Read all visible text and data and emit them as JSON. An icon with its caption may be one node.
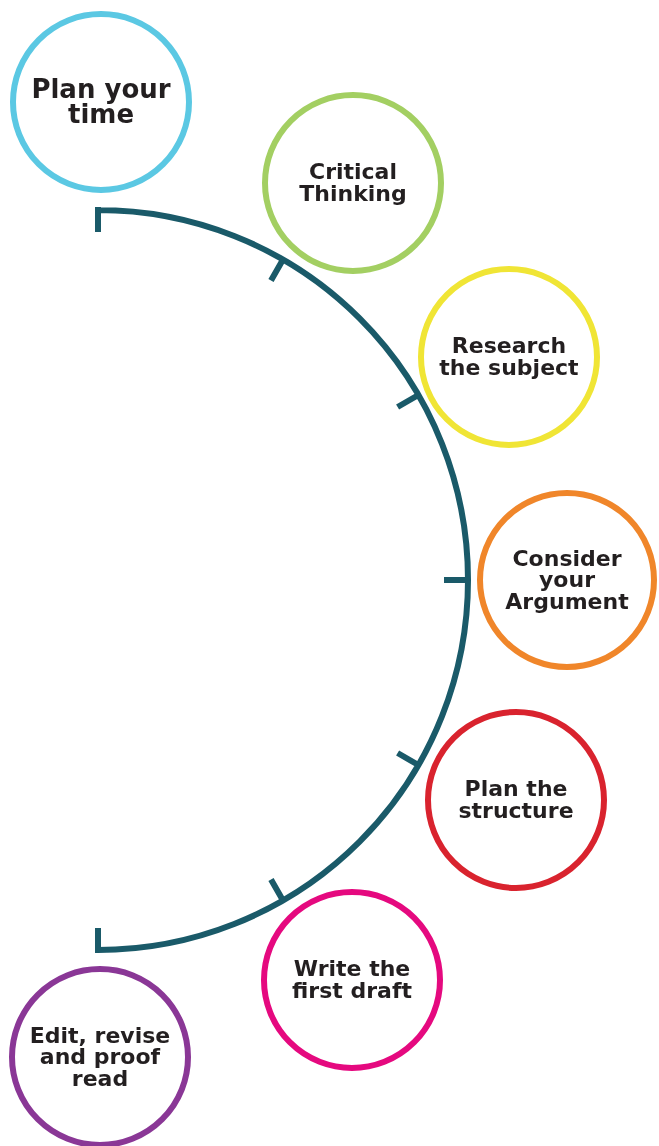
{
  "diagram": {
    "nodes": [
      {
        "text": [
          "Plan your time"
        ]
      },
      {
        "text": [
          "Critical Thinking"
        ]
      },
      {
        "text": [
          "Research the subject"
        ]
      },
      {
        "text": [
          "Consider your Argument"
        ]
      },
      {
        "text": [
          "Plan the structure"
        ]
      },
      {
        "text": [
          "Write the first draft"
        ]
      },
      {
        "text": [
          "Edit, revise and proof read"
        ]
      }
    ]
  }
}
